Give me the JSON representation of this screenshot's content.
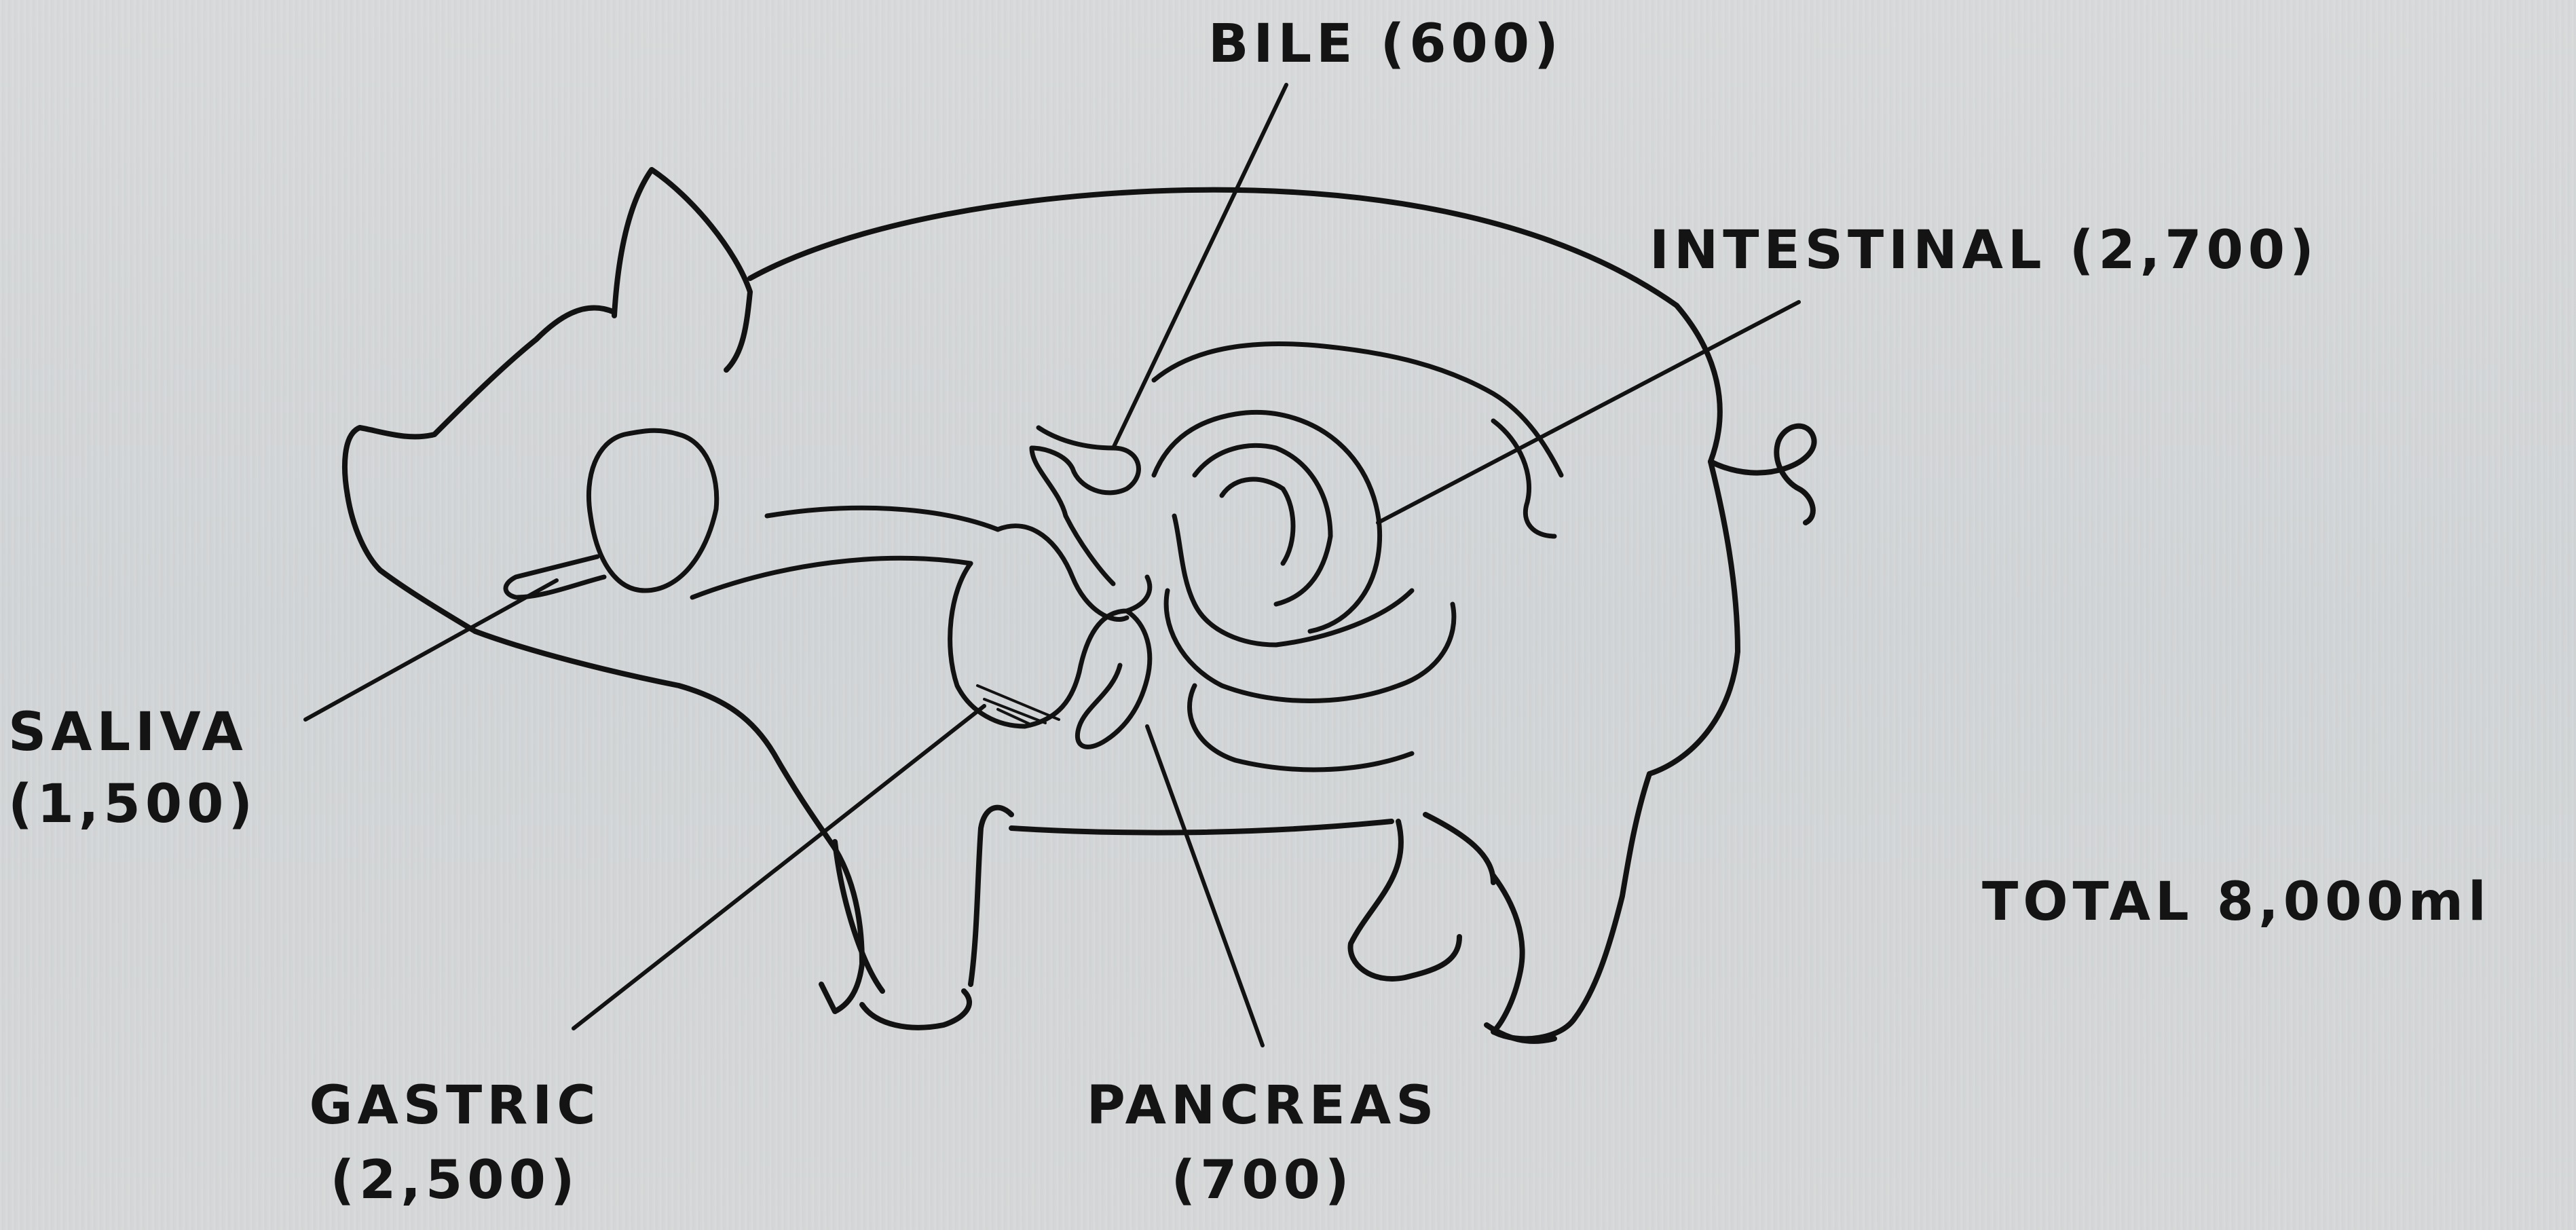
{
  "labels": {
    "bile": "BILE  (600)",
    "intestinal": "INTESTINAL (2,700)",
    "saliva_name": "SALIVA",
    "saliva_value": "(1,500)",
    "gastric_name": "GASTRIC",
    "gastric_value": "(2,500)",
    "pancreas_name": "PANCREAS",
    "pancreas_value": "(700)",
    "total": "TOTAL  8,000ml"
  }
}
